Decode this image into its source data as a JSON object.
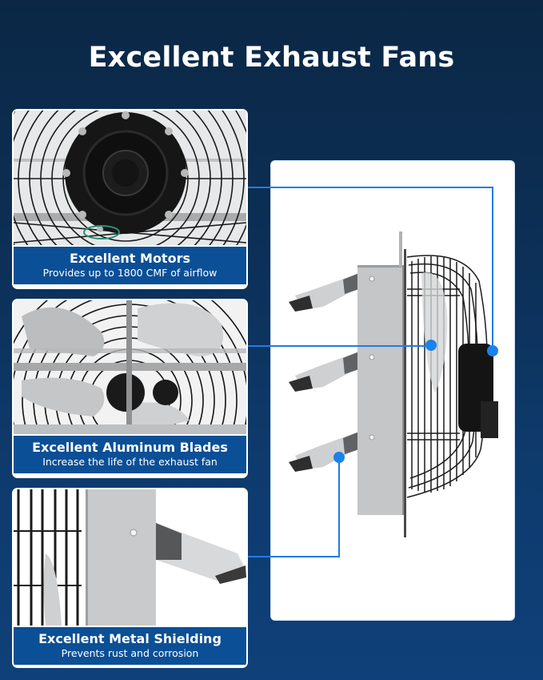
{
  "header": {
    "title": "Excellent Exhaust Fans"
  },
  "colors": {
    "background_top": "#0b2745",
    "background_bottom": "#0f4079",
    "caption_bar": "#0b4f96",
    "connector_blue": "#1f7de4",
    "card_border": "#ffffff"
  },
  "features": [
    {
      "title": "Excellent Motors",
      "subtitle": "Provides up to 1800 CMF of airflow",
      "image": "motor-closeup-photo"
    },
    {
      "title": "Excellent Aluminum Blades",
      "subtitle": "Increase the life of the exhaust fan",
      "image": "aluminum-blades-closeup-photo"
    },
    {
      "title": "Excellent Metal Shielding",
      "subtitle": "Prevents rust and corrosion",
      "image": "metal-shield-closeup-photo"
    }
  ],
  "main_image": {
    "subject": "shutter-exhaust-fan-side-view-photo",
    "callouts": [
      "motor",
      "blades",
      "shutter"
    ]
  }
}
